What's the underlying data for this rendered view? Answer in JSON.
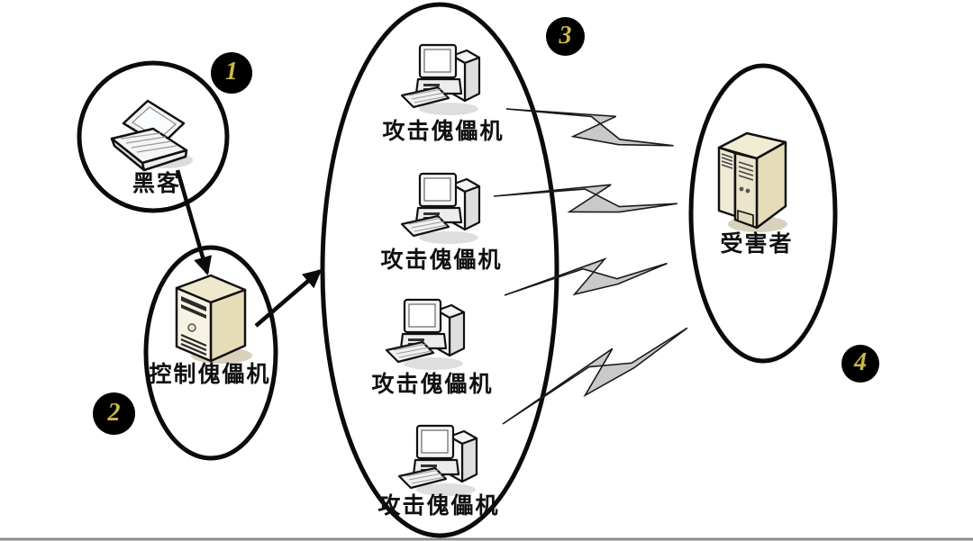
{
  "colors": {
    "background": "#ffffff",
    "outline": "#0b0b0b",
    "badge_bg": "#000000",
    "badge_text": "#c9b945",
    "lightning_fill": "#c9c9c9",
    "machine_beige": "#ece2c2",
    "bottom_rule": "#8d8d8d"
  },
  "nodes": {
    "hacker": {
      "label": "黑客",
      "badge": "1",
      "icon": "laptop-icon"
    },
    "controller": {
      "label": "控制傀儡机",
      "badge": "2",
      "icon": "tower-server-icon"
    },
    "botnet": {
      "badge": "3",
      "zombies": [
        {
          "label": "攻击傀儡机",
          "icon": "desktop-computer-icon"
        },
        {
          "label": "攻击傀儡机",
          "icon": "desktop-computer-icon"
        },
        {
          "label": "攻击傀儡机",
          "icon": "desktop-computer-icon"
        },
        {
          "label": "攻击傀儡机",
          "icon": "desktop-computer-icon"
        }
      ]
    },
    "victim": {
      "label": "受害者",
      "badge": "4",
      "icon": "rack-server-icon"
    }
  }
}
